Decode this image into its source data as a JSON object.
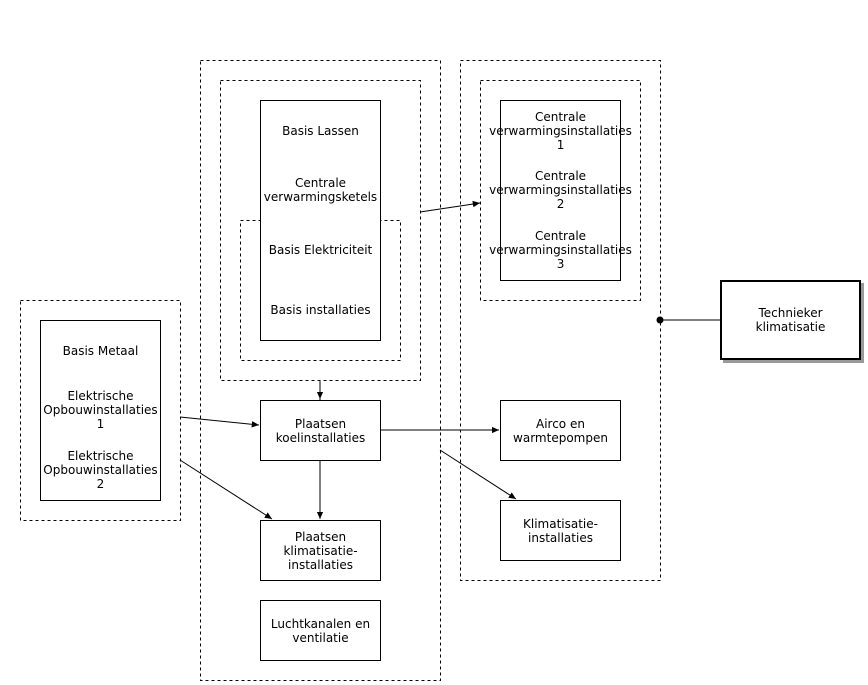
{
  "diagram": {
    "left_group": [
      "Basis Metaal",
      "Elektrische\nOpbouwinstallaties\n1",
      "Elektrische\nOpbouwinstallaties\n2"
    ],
    "middle_top_stack": [
      "Basis Lassen",
      "Centrale\nverwarmingsketels",
      "Basis Elektriciteit",
      "Basis installaties"
    ],
    "middle_column": [
      "Plaatsen\nkoelinstallaties",
      "Plaatsen\nklimatisatie-\ninstallaties",
      "Luchtkanalen en\nventilatie"
    ],
    "right_top_stack": [
      "Centrale\nverwarmingsinstallaties\n1",
      "Centrale\nverwarmingsinstallaties\n2",
      "Centrale\nverwarmingsinstallaties\n3"
    ],
    "right_column": [
      "Airco en\nwarmtepompen",
      "Klimatisatie-\ninstallaties"
    ],
    "actor": "Technieker\nklimatisatie"
  }
}
